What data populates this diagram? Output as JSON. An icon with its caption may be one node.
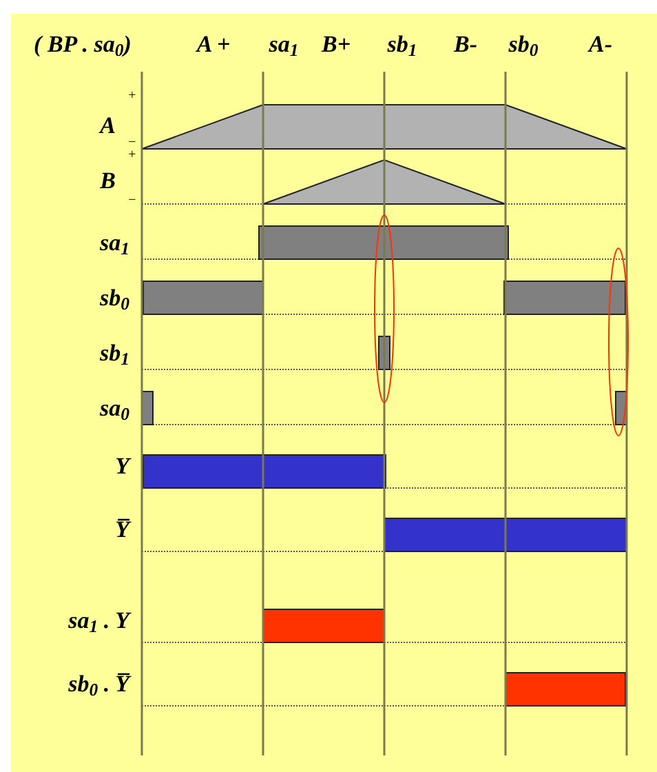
{
  "diagram": {
    "labels": [
      "( BP . sa$_{0}$)",
      "A +",
      "sa$_{1}$",
      "B+",
      "sb$_{1}$",
      "B-",
      "sb$_{0}$",
      "A-",
      "+",
      "A",
      "−",
      "+",
      "B",
      "−",
      "sa$_{1}$",
      "sb$_{0}$",
      "sb$_{1}$",
      "sa$_{0}$",
      "Y",
      "Y̅",
      "sa$_{1}$ . Y",
      "sb$_{0}$ . Y̅"
    ]
  }
}
